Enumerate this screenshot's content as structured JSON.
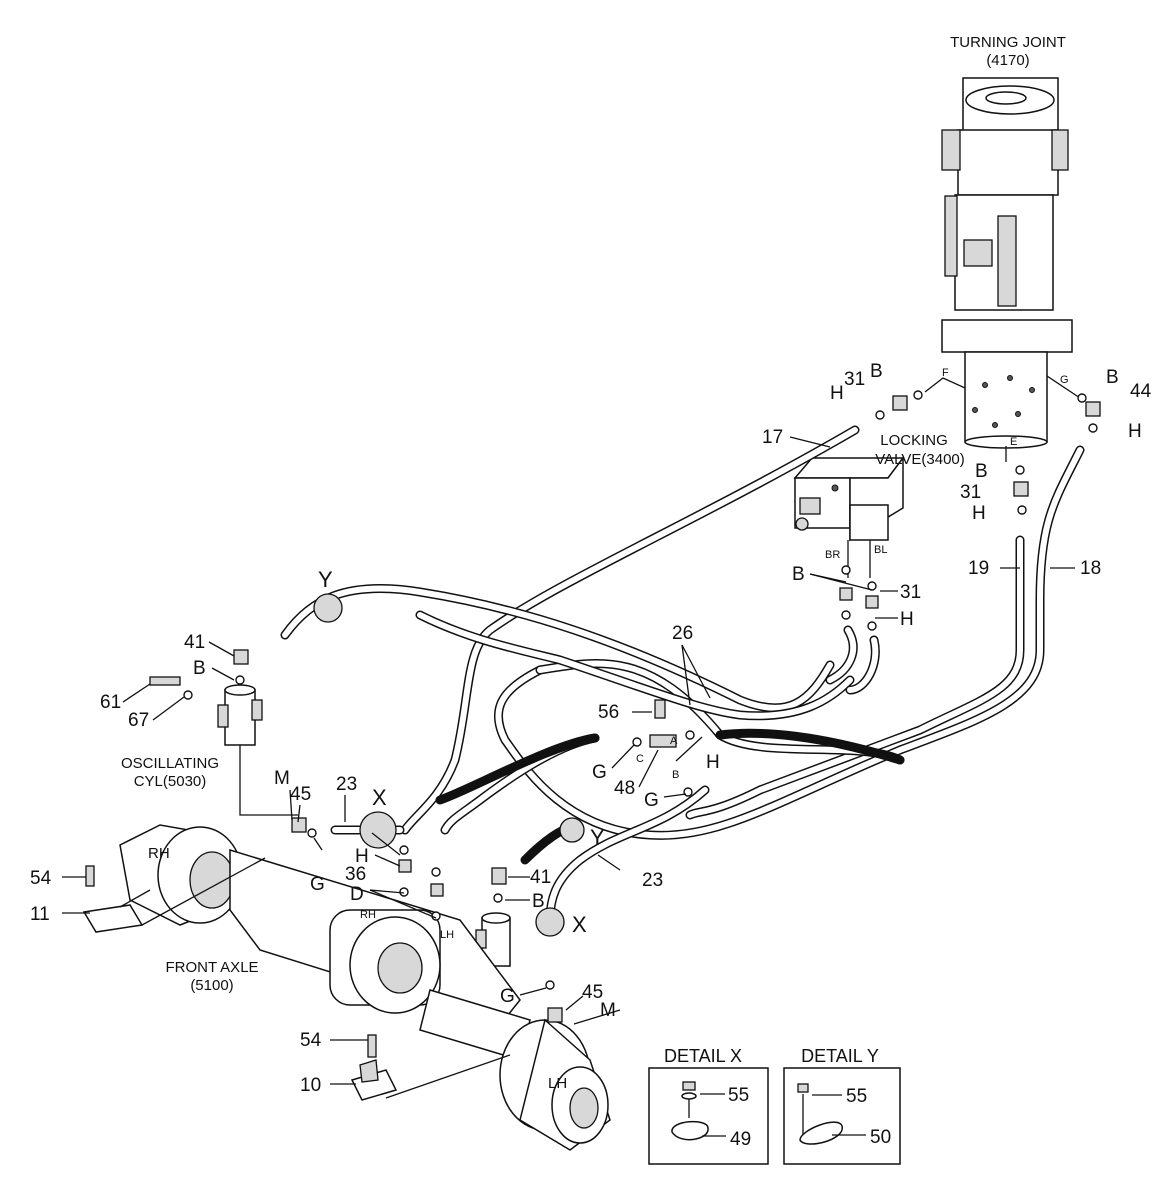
{
  "components": {
    "turning_joint": {
      "name": "TURNING JOINT",
      "code": "(4170)"
    },
    "locking_valve": {
      "line1": "LOCKING",
      "line2": "VALVE(3400)"
    },
    "oscillating_cyl": {
      "line1": "OSCILLATING",
      "line2": "CYL(5030)"
    },
    "front_axle": {
      "line1": "FRONT AXLE",
      "line2": "(5100)"
    }
  },
  "callouts": {
    "c17": "17",
    "c18": "18",
    "c19": "19",
    "c23a": "23",
    "c23b": "23",
    "c26": "26",
    "c31a": "31",
    "c31b": "31",
    "c31c": "31",
    "c36": "36",
    "c41a": "41",
    "c41b": "41",
    "c44": "44",
    "c45a": "45",
    "c45b": "45",
    "c48": "48",
    "c56": "56",
    "c54a": "54",
    "c54b": "54",
    "c61": "61",
    "c67": "67",
    "c10": "10",
    "c11": "11",
    "Ba": "B",
    "Bb": "B",
    "Bc": "B",
    "Bd": "B",
    "Be": "B",
    "Bf": "B",
    "Ha": "H",
    "Hb": "H",
    "Hc": "H",
    "Hd": "H",
    "He": "H",
    "Ga": "G",
    "Gb": "G",
    "Gc": "G",
    "Gd": "G",
    "Ma": "M",
    "Mb": "M",
    "D": "D",
    "Xa": "X",
    "Xb": "X",
    "Ya": "Y",
    "Yb": "Y"
  },
  "port_labels": {
    "F": "F",
    "G": "G",
    "E": "E",
    "BR": "BR",
    "BL": "BL",
    "A": "A",
    "B": "B",
    "C": "C",
    "RH": "RH",
    "LH": "LH",
    "RH_hub": "RH",
    "LH_hub": "LH"
  },
  "details": {
    "x": {
      "title": "DETAIL X",
      "bolt": "55",
      "clamp": "49"
    },
    "y": {
      "title": "DETAIL Y",
      "bolt": "55",
      "clamp": "50"
    }
  }
}
